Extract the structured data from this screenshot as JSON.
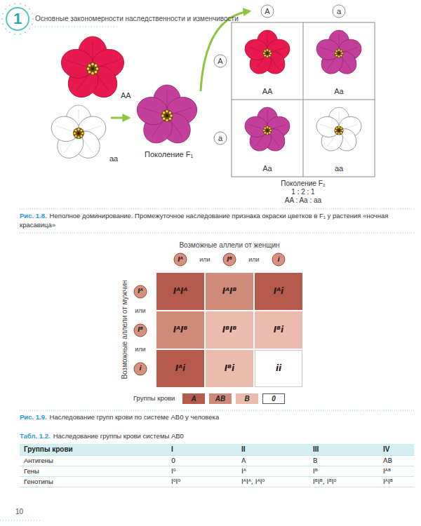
{
  "diagram": {
    "title": "Основные закономерности наследственности и изменчивости",
    "nodes": [
      {
        "text": [
          "1"
        ]
      },
      {
        "text": [
          "A"
        ]
      },
      {
        "text": [
          "a"
        ]
      },
      {
        "text": [
          "A"
        ]
      },
      {
        "text": [
          "a"
        ]
      },
      {
        "text": [
          "AA"
        ]
      },
      {
        "text": [
          "Aa"
        ]
      },
      {
        "text": [
          "Aa"
        ]
      },
      {
        "text": [
          "aa"
        ]
      },
      {
        "text": [
          "Iᴬ"
        ]
      },
      {
        "text": [
          "Iᴮ"
        ]
      },
      {
        "text": [
          "i"
        ]
      },
      {
        "text": [
          "Iᴬ"
        ]
      },
      {
        "text": [
          "Iᴮ"
        ]
      },
      {
        "text": [
          "i"
        ]
      },
      {
        "text": [
          "IᴬIᴬ"
        ]
      },
      {
        "text": [
          "IᴬIᴮ"
        ]
      },
      {
        "text": [
          "Iᴬi"
        ]
      },
      {
        "text": [
          "IᴬIᴮ"
        ]
      },
      {
        "text": [
          "IᴮIᴮ"
        ]
      },
      {
        "text": [
          "Iᴮi"
        ]
      },
      {
        "text": [
          "Iᴬi"
        ]
      },
      {
        "text": [
          "Iᴮi"
        ]
      },
      {
        "text": [
          "ii"
        ]
      }
    ],
    "labels": [
      "AA",
      "aa",
      "Поколение F₁",
      "Поколение F₂",
      "1 : 2 : 1",
      "AA : Aa : aa",
      "Рис. 1.8.",
      "Неполное доминирование. Промежуточное наследование признака окраски цветков в F₁ у растения «ночная красавица»",
      "Возможные аллели от женщин",
      "или",
      "или",
      "Возможные аллели от мужчин",
      "или",
      "или",
      "Группы крови",
      "Рис. 1.9.",
      "Наследование групп крови по системе AB0 у человека",
      "Табл. 1.2.",
      "Наследование группы крови системы AB0",
      "Группы крови",
      "I",
      "II",
      "III",
      "IV",
      "Антигены",
      "0",
      "A",
      "B",
      "AB",
      "Гены",
      "I⁰",
      "Iᴬ",
      "Iᴮ",
      "Iᴬᴮ",
      "Генотипы",
      "I⁰I⁰",
      "IᴬIᴬ, IᴬI⁰",
      "IᴮIᴮ, IᴮI⁰",
      "IᴬIᴮ",
      "10"
    ],
    "legend": [
      {
        "text": "A",
        "color": "#b45a4c"
      },
      {
        "text": "AB",
        "color": "#cf8a7a"
      },
      {
        "text": "B",
        "color": "#ebbcad"
      },
      {
        "text": "0",
        "color": "#ffffff"
      }
    ]
  }
}
